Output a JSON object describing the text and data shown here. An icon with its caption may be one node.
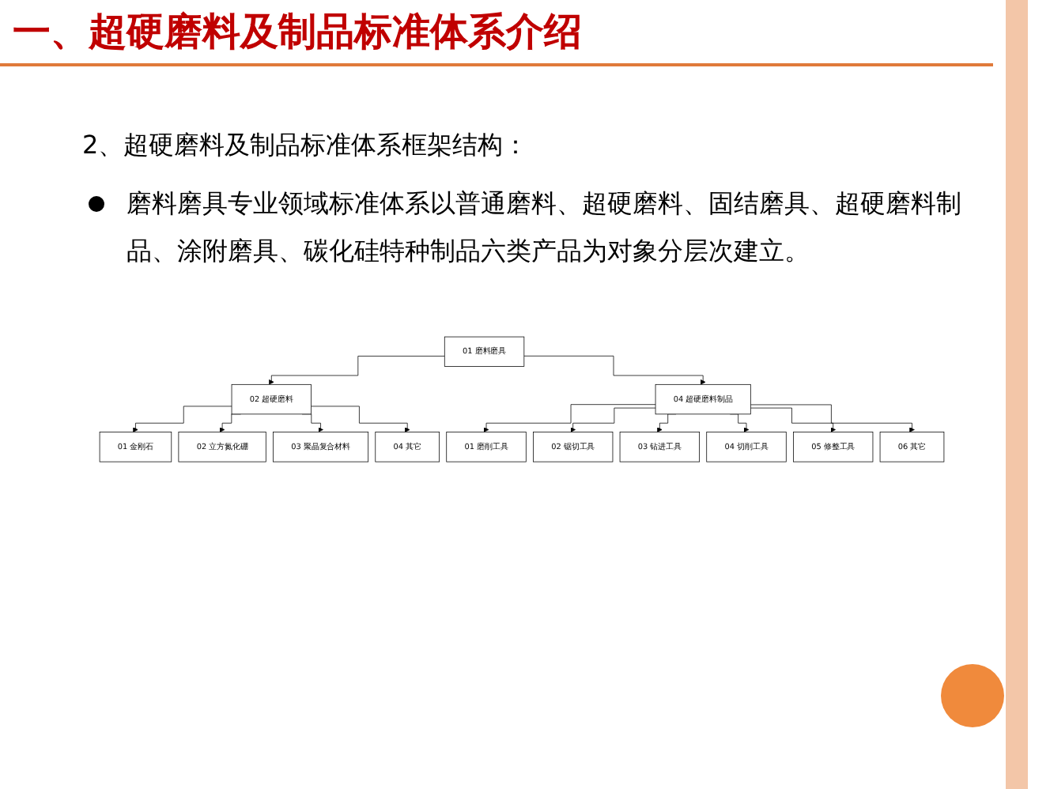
{
  "diagram": {
    "title": "一、超硬磨料及制品标准体系介绍",
    "nodes": [
      {
        "text": [
          "01 磨料磨具"
        ]
      },
      {
        "text": [
          "02 超硬磨料"
        ]
      },
      {
        "text": [
          "04 超硬磨料制品"
        ]
      },
      {
        "text": [
          "01 金刚石"
        ]
      },
      {
        "text": [
          "02 立方氮化硼"
        ]
      },
      {
        "text": [
          "03 聚晶复合材料"
        ]
      },
      {
        "text": [
          "04 其它"
        ]
      },
      {
        "text": [
          "01 磨削工具"
        ]
      },
      {
        "text": [
          "02 锯切工具"
        ]
      },
      {
        "text": [
          "03 钻进工具"
        ]
      },
      {
        "text": [
          "04 切削工具"
        ]
      },
      {
        "text": [
          "05 修整工具"
        ]
      },
      {
        "text": [
          "06 其它"
        ]
      }
    ],
    "edges": [
      {
        "from": 0,
        "to": 1,
        "arrow": "to"
      },
      {
        "from": 0,
        "to": 2,
        "arrow": "to"
      },
      {
        "from": 1,
        "to": 3,
        "arrow": "to"
      },
      {
        "from": 1,
        "to": 4,
        "arrow": "to"
      },
      {
        "from": 1,
        "to": 5,
        "arrow": "to"
      },
      {
        "from": 1,
        "to": 6,
        "arrow": "to"
      },
      {
        "from": 2,
        "to": 7,
        "arrow": "to"
      },
      {
        "from": 2,
        "to": 8,
        "arrow": "to"
      },
      {
        "from": 2,
        "to": 9,
        "arrow": "to"
      },
      {
        "from": 2,
        "to": 10,
        "arrow": "to"
      },
      {
        "from": 2,
        "to": 11,
        "arrow": "to"
      },
      {
        "from": 2,
        "to": 12,
        "arrow": "to"
      }
    ],
    "labels": [
      "2、超硬磨料及制品标准体系框架结构：",
      "磨料磨具专业领域标准体系以普通磨料、超硬磨料、固结磨具、超硬磨料制品、涂附磨具、碳化硅特种制品六类产品为对象分层次建立。"
    ]
  }
}
